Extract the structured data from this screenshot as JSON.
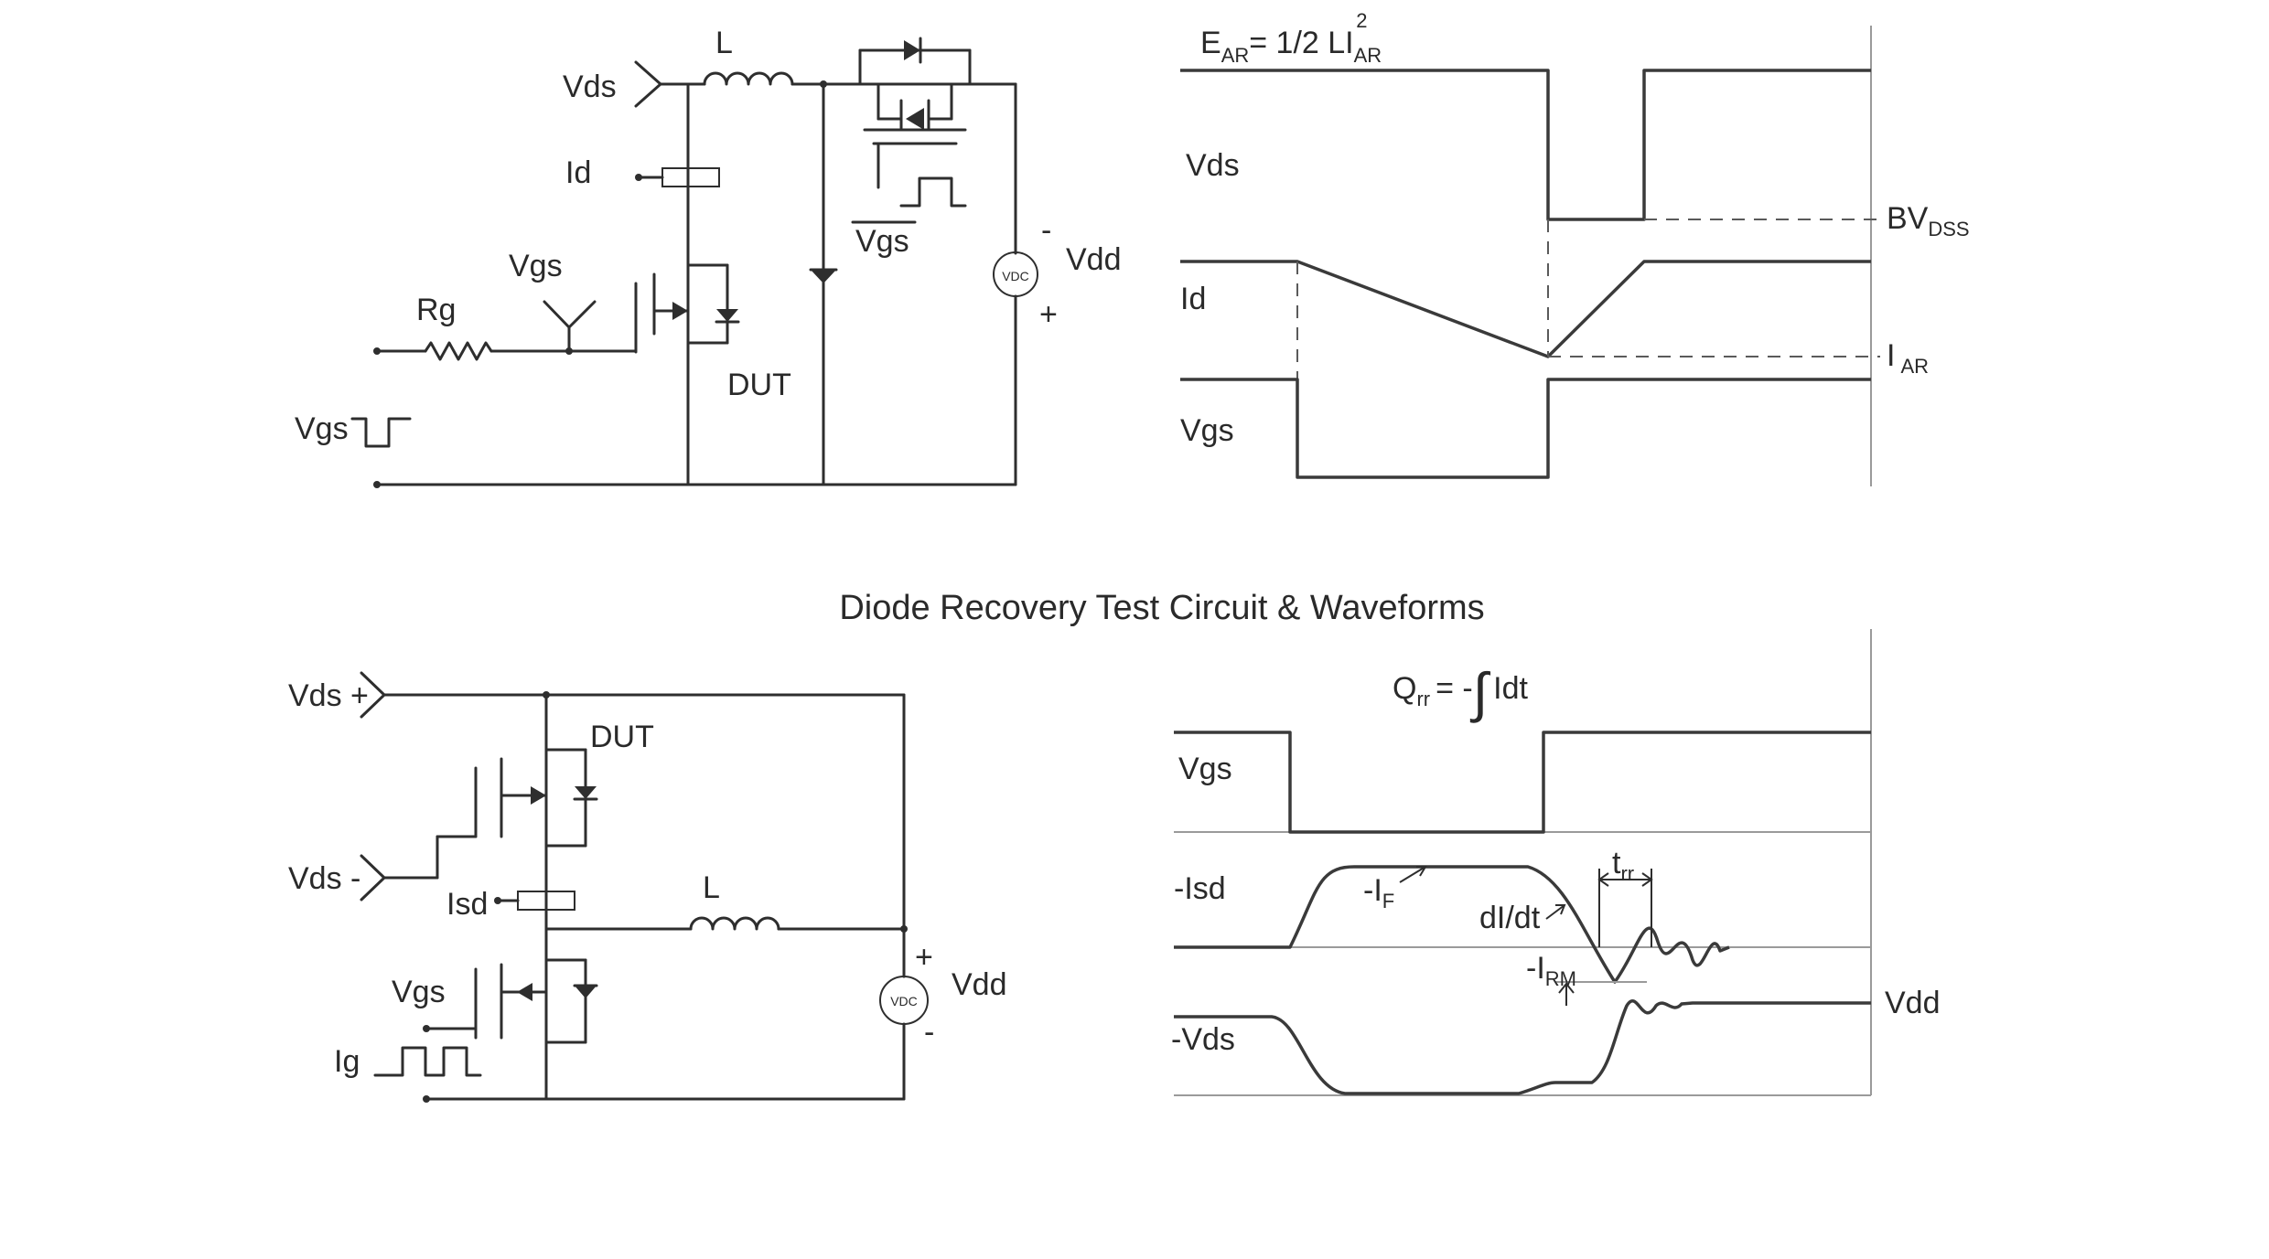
{
  "diagrams": {
    "avalanche_circuit": {
      "labels": {
        "vds": "Vds",
        "l": "L",
        "id": "Id",
        "vgs": "Vgs",
        "rg": "Rg",
        "dut": "DUT",
        "vgs_bar": "Vgs",
        "vdd": "Vdd",
        "vdd_minus": "-",
        "vdd_plus": "+",
        "vdc": "VDC",
        "vgs_pulse": "Vgs"
      }
    },
    "avalanche_waveforms": {
      "formula": {
        "e": "E",
        "e_sub": "AR",
        "mid": "= 1/2 LI",
        "i_sub": "AR",
        "i_sup": "2"
      },
      "labels": {
        "vds": "Vds",
        "id": "Id",
        "vgs": "Vgs",
        "bv": "BV",
        "bv_sub": "DSS",
        "iar": "I",
        "iar_sub": "AR"
      }
    },
    "recovery_title": "Diode Recovery Test Circuit & Waveforms",
    "recovery_circuit": {
      "labels": {
        "vds_plus": "Vds +",
        "vds_minus": "Vds -",
        "dut": "DUT",
        "isd": "Isd",
        "l": "L",
        "vgs": "Vgs",
        "ig": "Ig",
        "vdd": "Vdd",
        "vdd_plus": "+",
        "vdd_minus": "-",
        "vdc": "VDC"
      }
    },
    "recovery_waveforms": {
      "formula": {
        "q": "Q",
        "q_sub": "rr",
        "rest": "= -",
        "integral": "∫",
        "idt": "Idt"
      },
      "labels": {
        "vgs": "Vgs",
        "isd": "-Isd",
        "vds": "-Vds",
        "if": "-I",
        "if_sub": "F",
        "didt": "dI/dt",
        "irm": "-I",
        "irm_sub": "RM",
        "trr": "t",
        "trr_sub": "rr",
        "vdd": "Vdd"
      }
    }
  }
}
